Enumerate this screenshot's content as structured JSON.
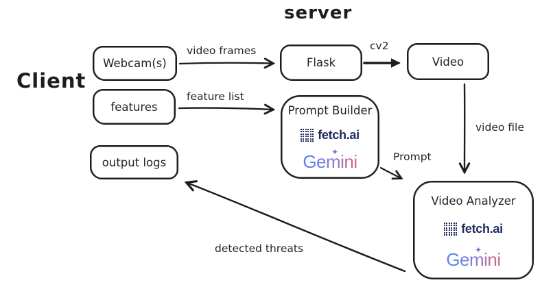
{
  "titles": {
    "client": "Client",
    "server": "server"
  },
  "nodes": {
    "webcams": {
      "label": "Webcam(s)",
      "zone": "client"
    },
    "features": {
      "label": "features",
      "zone": "client"
    },
    "output_logs": {
      "label": "output logs",
      "zone": "client"
    },
    "flask": {
      "label": "Flask",
      "zone": "server"
    },
    "video": {
      "label": "Video",
      "zone": "server"
    },
    "prompt_builder": {
      "label": "Prompt Builder",
      "zone": "server",
      "logos": [
        "fetch.ai",
        "Gemini"
      ]
    },
    "video_analyzer": {
      "label": "Video Analyzer",
      "zone": "server",
      "logos": [
        "fetch.ai",
        "Gemini"
      ]
    }
  },
  "edges": {
    "video_frames": {
      "label": "video frames",
      "from": "webcams",
      "to": "flask"
    },
    "cv2": {
      "label": "cv2",
      "from": "flask",
      "to": "video"
    },
    "feature_list": {
      "label": "feature list",
      "from": "features",
      "to": "prompt_builder"
    },
    "video_file": {
      "label": "video file",
      "from": "video",
      "to": "video_analyzer"
    },
    "prompt": {
      "label": "Prompt",
      "from": "prompt_builder",
      "to": "video_analyzer"
    },
    "detected_threats": {
      "label": "detected threats",
      "from": "video_analyzer",
      "to": "output_logs"
    }
  },
  "logos": {
    "fetch_ai": {
      "text": "fetch.ai",
      "color": "#1E2A5E",
      "icon": "grid-of-dots"
    },
    "gemini": {
      "text": "Gemini",
      "sparkle": "✦",
      "sparkle_color": "#8E63D2",
      "gradient": [
        "#4E86F5",
        "#8A7AD6",
        "#D6656C"
      ]
    }
  },
  "colors": {
    "background": "#FFFFFF",
    "stroke": "#1C1C1C",
    "text": "#232323"
  }
}
